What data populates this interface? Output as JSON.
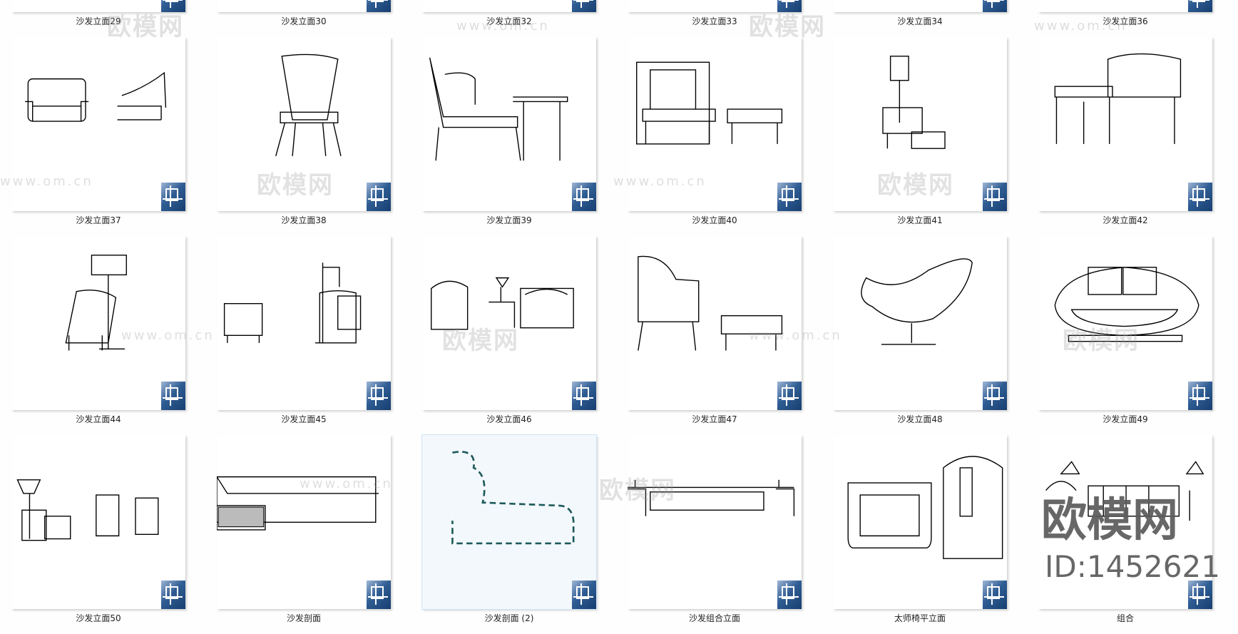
{
  "top_row_labels": [
    "沙发立面29",
    "沙发立面30",
    "沙发立面32",
    "沙发立面33",
    "沙发立面34",
    "沙发立面36"
  ],
  "files": [
    {
      "label": "沙发立面37",
      "icon": "sofa-armchair-icon"
    },
    {
      "label": "沙发立面38",
      "icon": "highback-chair-icon"
    },
    {
      "label": "沙发立面39",
      "icon": "armchair-table-icon"
    },
    {
      "label": "沙发立面40",
      "icon": "armchair-ottoman-icon"
    },
    {
      "label": "沙发立面41",
      "icon": "floor-lamp-chair-icon"
    },
    {
      "label": "沙发立面42",
      "icon": "lounge-chair-icon"
    },
    {
      "label": "沙发立面44",
      "icon": "lamp-chair-icon"
    },
    {
      "label": "沙发立面45",
      "icon": "chairs-lamp-icon"
    },
    {
      "label": "沙发立面46",
      "icon": "sofa-set-icon"
    },
    {
      "label": "沙发立面47",
      "icon": "chair-ottoman-icon"
    },
    {
      "label": "沙发立面48",
      "icon": "swivel-chair-icon"
    },
    {
      "label": "沙发立面49",
      "icon": "round-sofa-icon"
    },
    {
      "label": "沙发立面50",
      "icon": "chair-group-icon"
    },
    {
      "label": "沙发剖面",
      "icon": "sofa-section-icon"
    },
    {
      "label": "沙发剖面 (2)",
      "icon": "sofa-profile-icon",
      "selected": true
    },
    {
      "label": "沙发组合立面",
      "icon": "sofa-combo-icon"
    },
    {
      "label": "太师椅平立面",
      "icon": "taishi-chair-icon"
    },
    {
      "label": "组合",
      "icon": "furniture-group-icon"
    }
  ],
  "watermark": {
    "text": "欧模网",
    "url": "www.om.cn"
  },
  "brand": {
    "name": "欧模网",
    "id": "ID:1452621"
  },
  "colors": {
    "badge": "#2f5d93",
    "selection": "#cfe3f5",
    "line": "#000000"
  }
}
